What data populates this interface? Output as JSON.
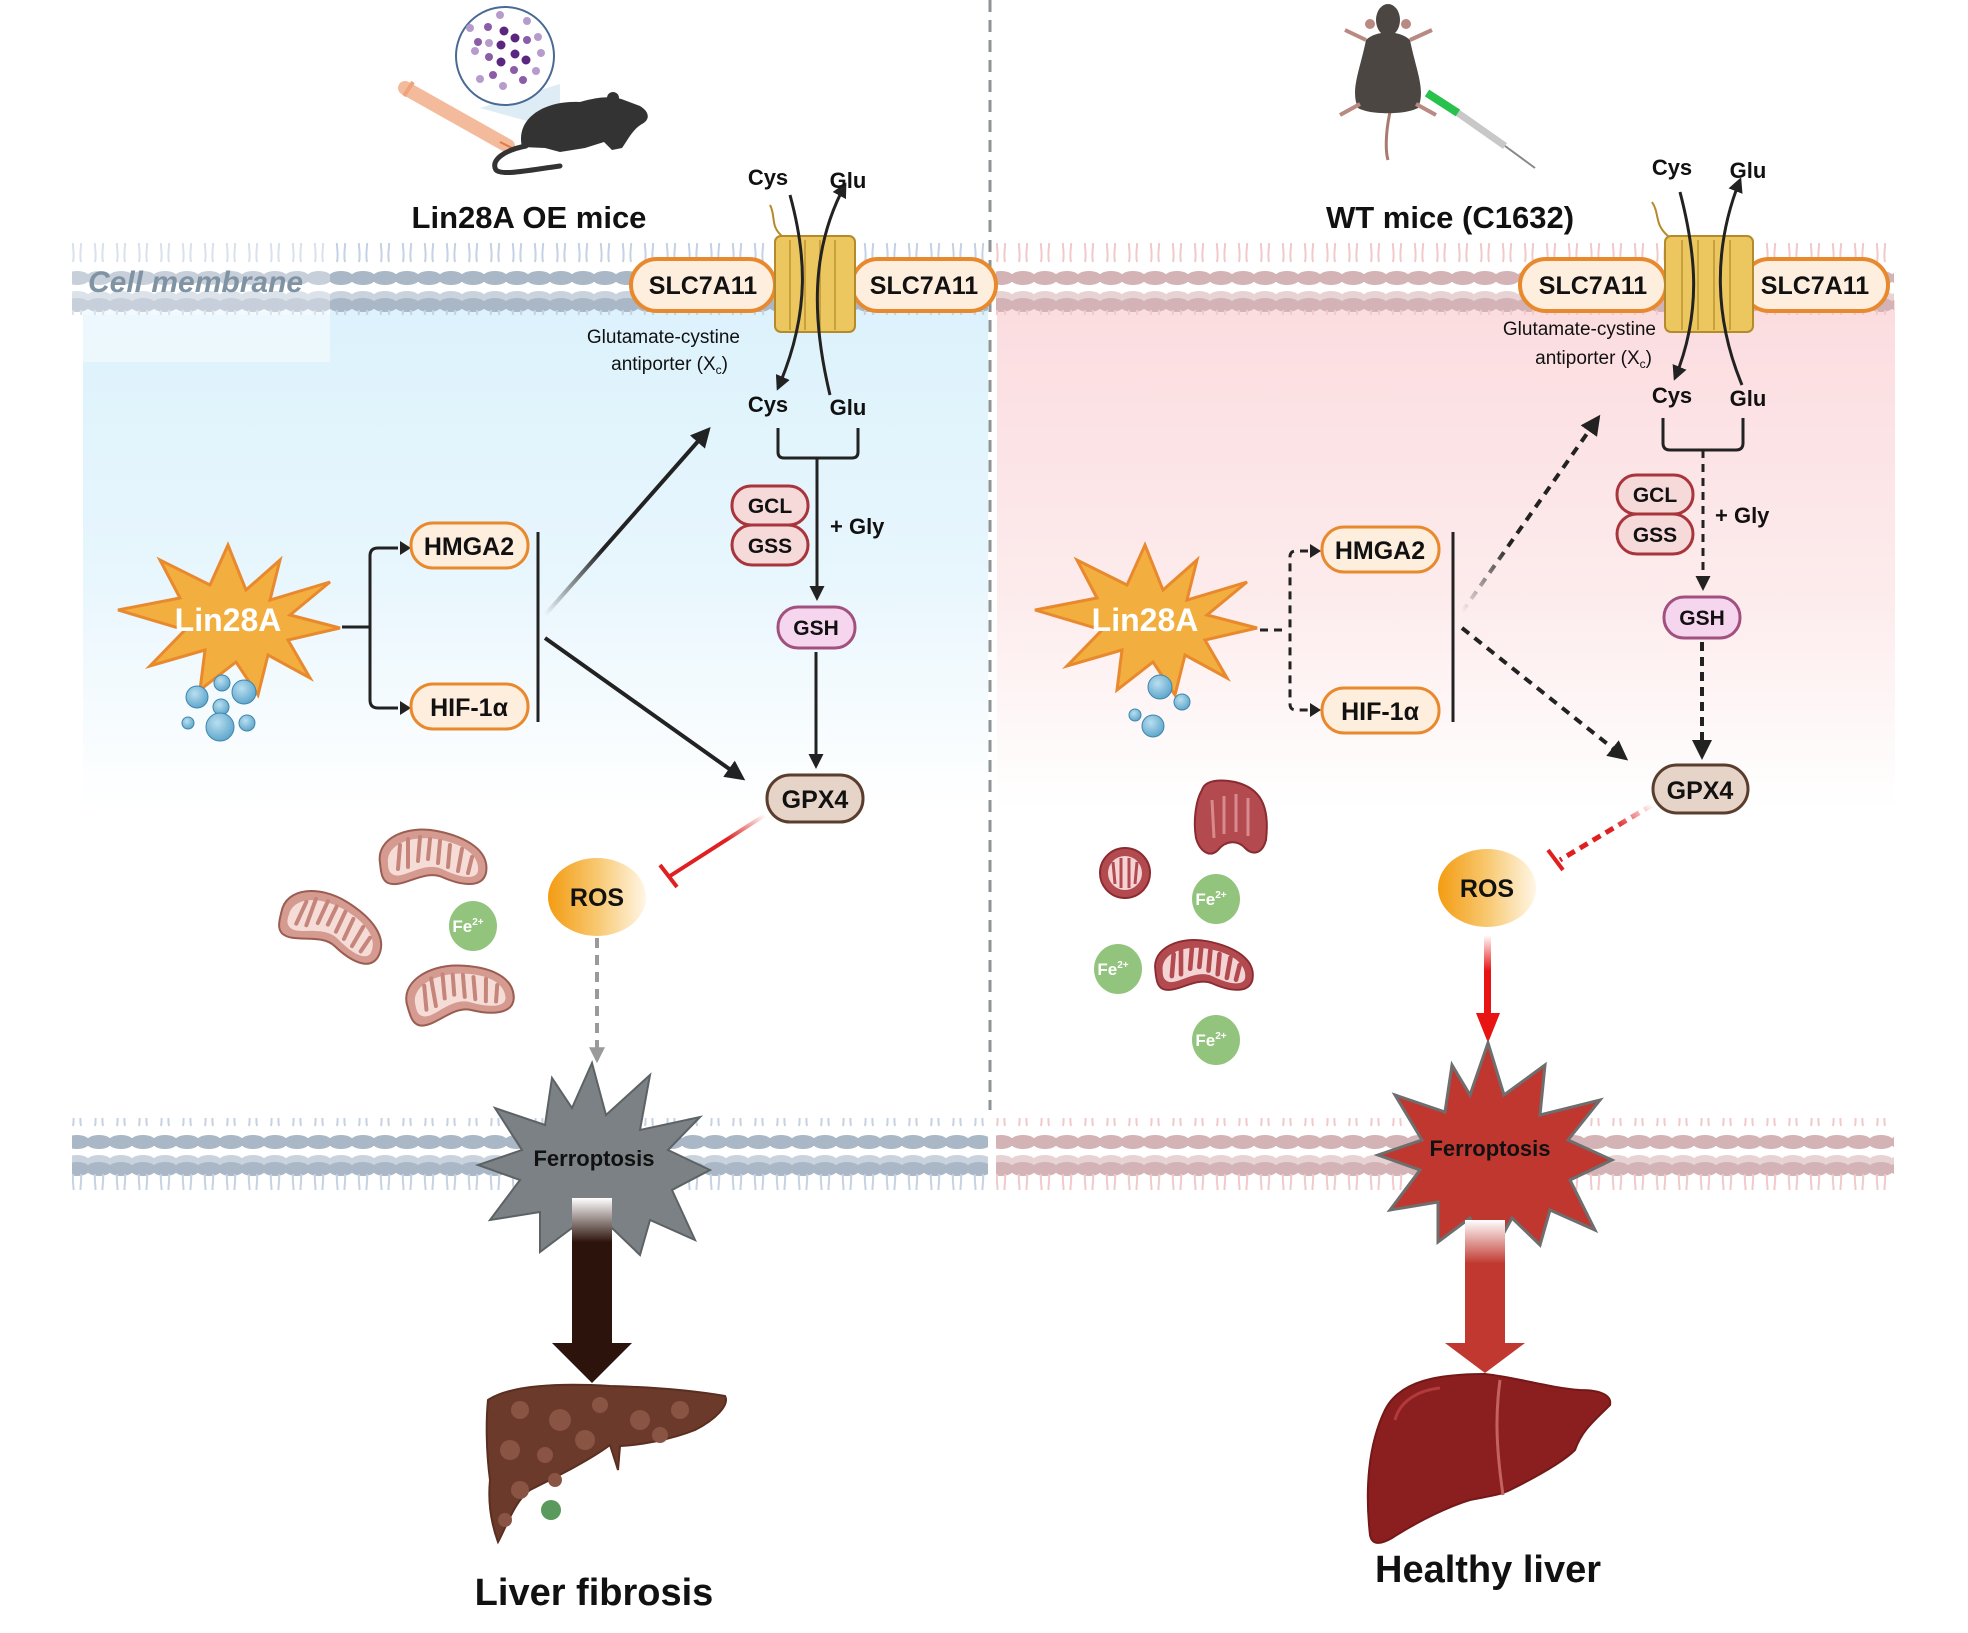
{
  "figure": {
    "colors": {
      "left_bg": "#dff3fc",
      "right_bg": "#fde0e2",
      "pill_fill": "#fdeede",
      "pill_stroke": "#e9892e",
      "enzyme_fill": "#f6dada",
      "enzyme_stroke": "#a8353b",
      "gsh_fill": "#f6d6ee",
      "gsh_stroke": "#a2517f",
      "gpx4_fill": "#e6d4c8",
      "gpx4_stroke": "#5b3d2e",
      "lin28a_star": "#f2ae3e",
      "ferroptosis_left": "#7b8185",
      "ferroptosis_right": "#c03730",
      "inhibition": "#e02020",
      "fe_ion": "#93c47d"
    },
    "left_panel": {
      "model_label": "Lin28A OE mice",
      "membrane_label": "Cell membrane",
      "transporter": {
        "left_subunit": "SLC7A11",
        "right_subunit": "SLC7A11",
        "caption_line1": "Glutamate-cystine",
        "caption_line2": "antiporter (X",
        "caption_sub": "c",
        "caption_end": ")",
        "top_in": "Cys",
        "top_out": "Glu",
        "bottom_in": "Cys",
        "bottom_out": "Glu"
      },
      "regulator": "Lin28A",
      "targets": [
        "HMGA2",
        "HIF-1α"
      ],
      "enzymes": [
        "GCL",
        "GSS"
      ],
      "cofactor": "+ Gly",
      "glutathione": "GSH",
      "gpx4": "GPX4",
      "ros": "ROS",
      "iron": [
        "Fe2+"
      ],
      "iron_base": "Fe",
      "iron_sup": "2+",
      "death": "Ferroptosis",
      "outcome": "Liver fibrosis",
      "pathway_style": "solid"
    },
    "right_panel": {
      "model_label": "WT mice (C1632)",
      "transporter": {
        "left_subunit": "SLC7A11",
        "right_subunit": "SLC7A11",
        "caption_line1": "Glutamate-cystine",
        "caption_line2": "antiporter (X",
        "caption_sub": "c",
        "caption_end": ")",
        "top_in": "Cys",
        "top_out": "Glu",
        "bottom_in": "Cys",
        "bottom_out": "Glu"
      },
      "regulator": "Lin28A",
      "targets": [
        "HMGA2",
        "HIF-1α"
      ],
      "enzymes": [
        "GCL",
        "GSS"
      ],
      "cofactor": "+ Gly",
      "glutathione": "GSH",
      "gpx4": "GPX4",
      "ros": "ROS",
      "iron": [
        "Fe2+",
        "Fe2+",
        "Fe2+"
      ],
      "iron_base": "Fe",
      "iron_sup": "2+",
      "death": "Ferroptosis",
      "outcome": "Healthy liver",
      "pathway_style": "dashed"
    }
  }
}
